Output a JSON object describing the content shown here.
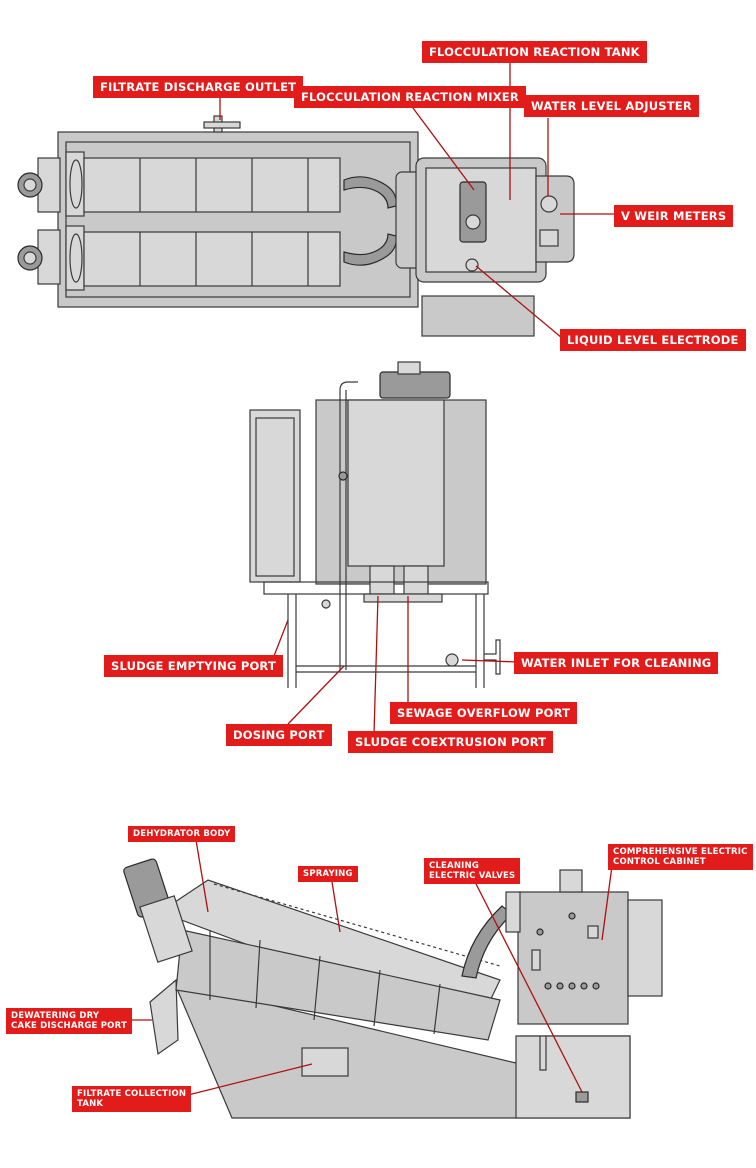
{
  "colors": {
    "label_bg": "#e21b1b",
    "label_text": "#ffffff",
    "machine_fill": "#c9c9c9",
    "line": "#3a3a3a"
  },
  "top_view": {
    "labels": {
      "flocculation_reaction_tank": "FLOCCULATION REACTION TANK",
      "filtrate_discharge_outlet": "FILTRATE DISCHARGE OUTLET",
      "flocculation_reaction_mixer": "FLOCCULATION REACTION MIXER",
      "water_level_adjuster": "WATER LEVEL ADJUSTER",
      "v_weir_meters": "V WEIR METERS",
      "liquid_level_electrode": "LIQUID LEVEL ELECTRODE"
    }
  },
  "front_view": {
    "labels": {
      "sludge_emptying_port": "SLUDGE EMPTYING PORT",
      "water_inlet_for_cleaning": "WATER INLET FOR CLEANING",
      "sewage_overflow_port": "SEWAGE OVERFLOW PORT",
      "dosing_port": "DOSING PORT",
      "sludge_coextrusion_port": "SLUDGE COEXTRUSION PORT"
    }
  },
  "side_view": {
    "labels": {
      "dehydrator_body": "DEHYDRATOR BODY",
      "spraying": "SPRAYING",
      "cleaning_electric_valves": "CLEANING\nELECTRIC VALVES",
      "comprehensive_electric_control_cabinet": "COMPREHENSIVE ELECTRIC\nCONTROL CABINET",
      "dewatering_dry_cake_discharge_port": "DEWATERING DRY\nCAKE DISCHARGE PORT",
      "filtrate_collection_tank": "FILTRATE COLLECTION\nTANK"
    }
  }
}
